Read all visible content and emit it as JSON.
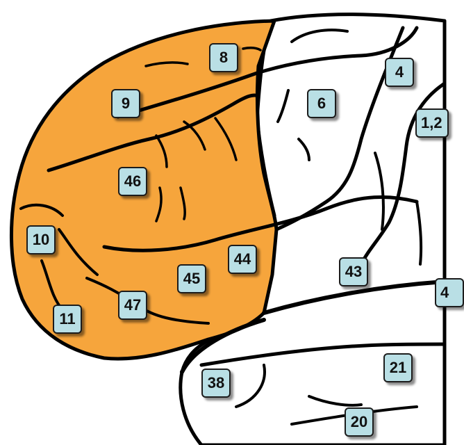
{
  "colors": {
    "frontal_highlight": "#f6a53c",
    "cortex": "#ffffff",
    "sulcus_lines": "#000000",
    "label_fill": "#b9dfe5"
  },
  "labels": {
    "a8": "8",
    "a9": "9",
    "a6": "6",
    "a4": "4",
    "a12": "1,2",
    "a46": "46",
    "a10": "10",
    "a44": "44",
    "a45": "45",
    "a43": "43",
    "a47": "47",
    "a11": "11",
    "a4x": "4",
    "a38": "38",
    "a21": "21",
    "a20": "20"
  }
}
